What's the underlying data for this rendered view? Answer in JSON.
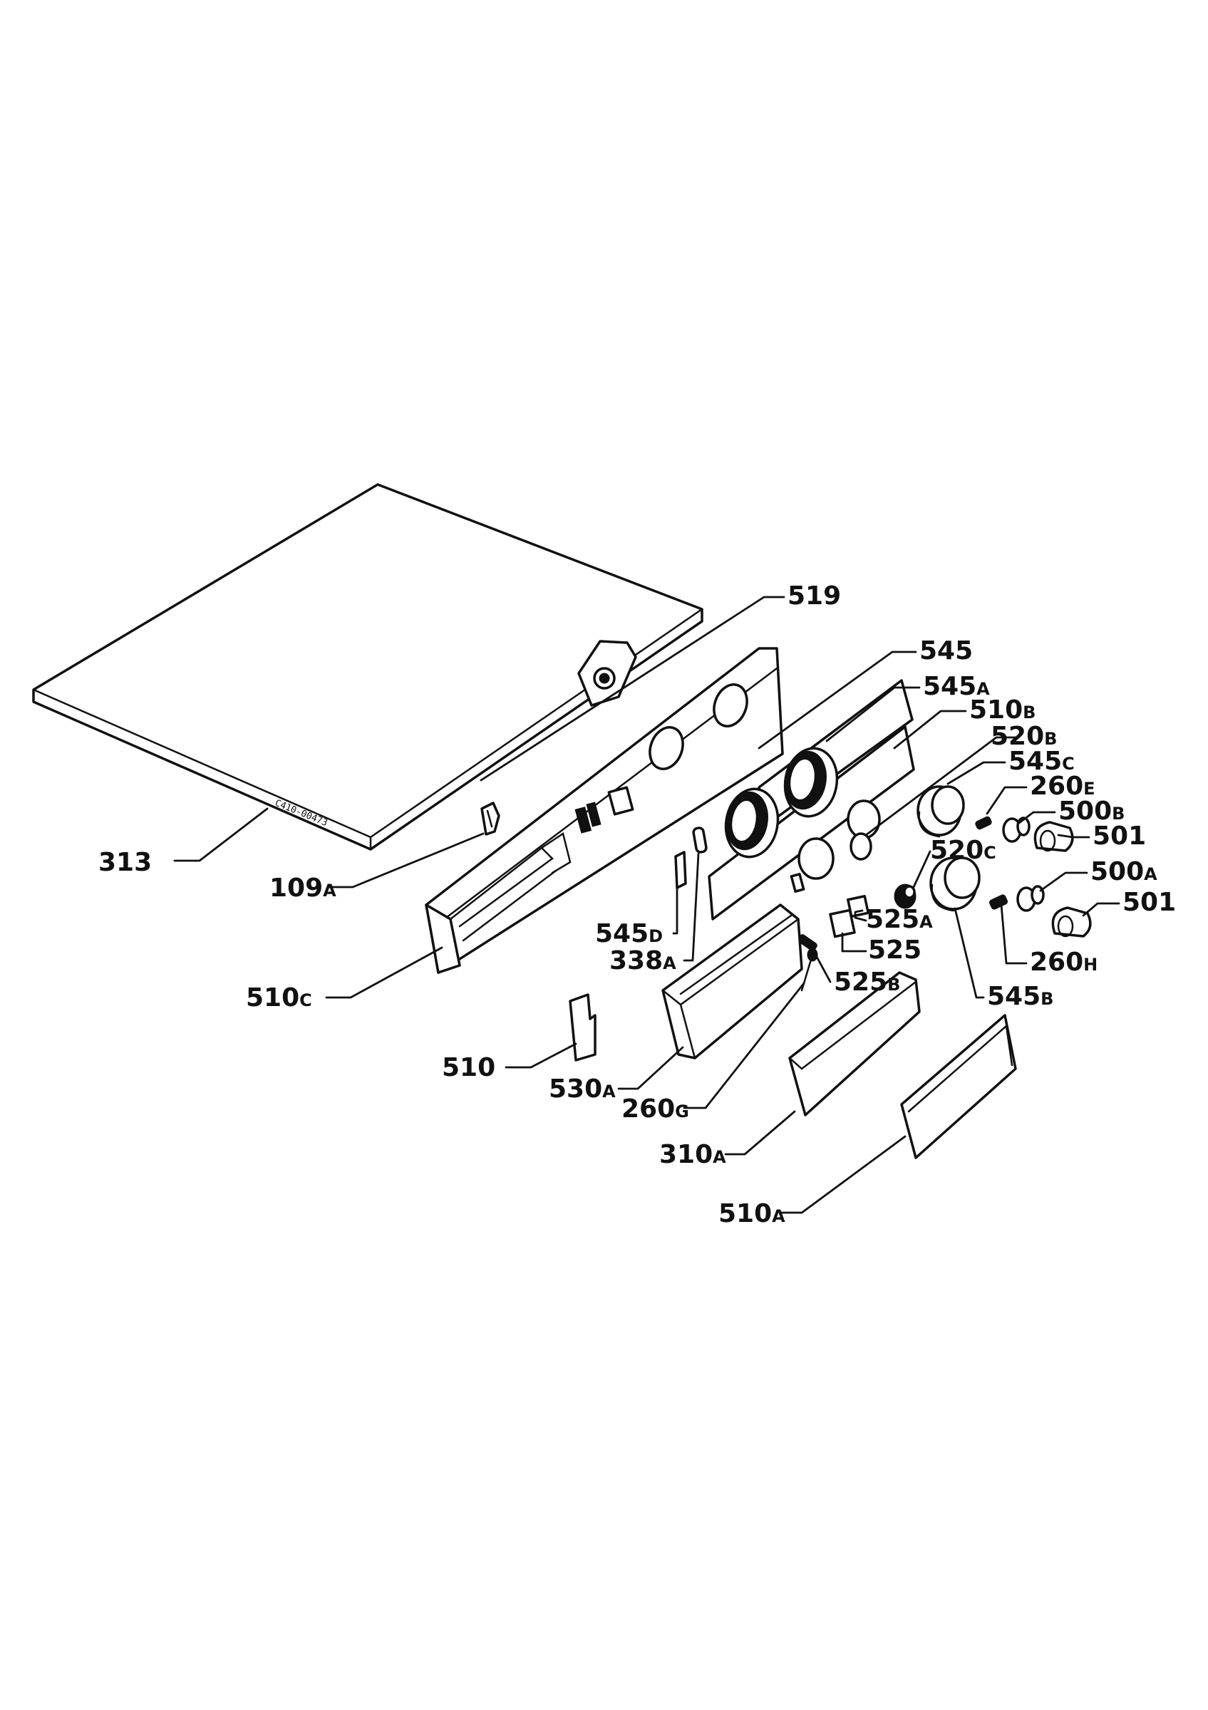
{
  "diagram": {
    "lid_marking": "C410-00473",
    "callouts": [
      {
        "id": "519",
        "main": "519",
        "suffix": ""
      },
      {
        "id": "545",
        "main": "545",
        "suffix": ""
      },
      {
        "id": "545A",
        "main": "545",
        "suffix": "A"
      },
      {
        "id": "510B",
        "main": "510",
        "suffix": "B"
      },
      {
        "id": "520B",
        "main": "520",
        "suffix": "B"
      },
      {
        "id": "545C",
        "main": "545",
        "suffix": "C"
      },
      {
        "id": "260E",
        "main": "260",
        "suffix": "E"
      },
      {
        "id": "500B",
        "main": "500",
        "suffix": "B"
      },
      {
        "id": "501-a",
        "main": "501",
        "suffix": ""
      },
      {
        "id": "500A",
        "main": "500",
        "suffix": "A"
      },
      {
        "id": "501-b",
        "main": "501",
        "suffix": ""
      },
      {
        "id": "520C",
        "main": "520",
        "suffix": "C"
      },
      {
        "id": "525A",
        "main": "525",
        "suffix": "A"
      },
      {
        "id": "525",
        "main": "525",
        "suffix": ""
      },
      {
        "id": "260H",
        "main": "260",
        "suffix": "H"
      },
      {
        "id": "525B",
        "main": "525",
        "suffix": "B"
      },
      {
        "id": "545B",
        "main": "545",
        "suffix": "B"
      },
      {
        "id": "313",
        "main": "313",
        "suffix": ""
      },
      {
        "id": "109A",
        "main": "109",
        "suffix": "A"
      },
      {
        "id": "545D",
        "main": "545",
        "suffix": "D"
      },
      {
        "id": "338A",
        "main": "338",
        "suffix": "A"
      },
      {
        "id": "510C",
        "main": "510",
        "suffix": "C"
      },
      {
        "id": "510",
        "main": "510",
        "suffix": ""
      },
      {
        "id": "530A",
        "main": "530",
        "suffix": "A"
      },
      {
        "id": "260G",
        "main": "260",
        "suffix": "G"
      },
      {
        "id": "310A",
        "main": "310",
        "suffix": "A"
      },
      {
        "id": "510A",
        "main": "510",
        "suffix": "A"
      }
    ]
  }
}
